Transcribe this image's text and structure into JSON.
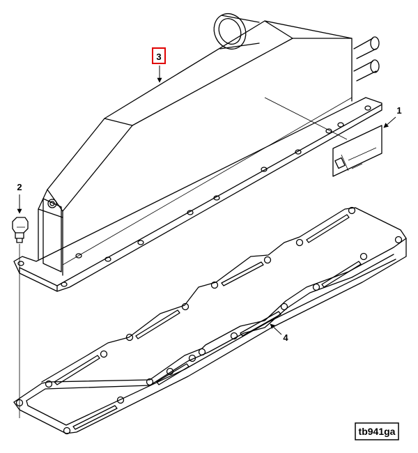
{
  "callouts": [
    {
      "id": "1",
      "label": "1",
      "highlighted": false
    },
    {
      "id": "2",
      "label": "2",
      "highlighted": false
    },
    {
      "id": "3",
      "label": "3",
      "highlighted": true
    },
    {
      "id": "4",
      "label": "4",
      "highlighted": false
    }
  ],
  "figure_tag": "tb941ga",
  "colors": {
    "line": "#000000",
    "highlight": "#e00000",
    "background": "#ffffff"
  }
}
